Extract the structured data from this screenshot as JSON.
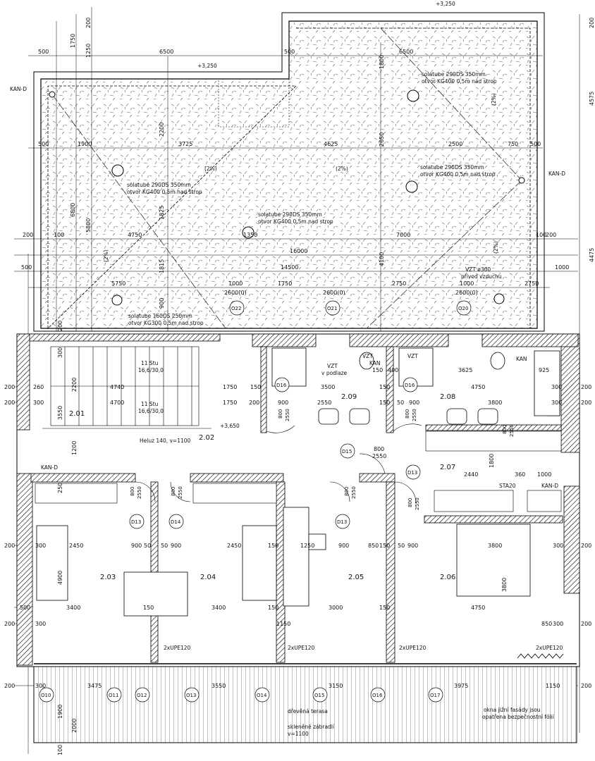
{
  "levels": {
    "roof_top": "+3,250",
    "roof_left": "+3,250",
    "floor": "+3,650"
  },
  "roof_notes": {
    "sola1_a": "solatube 290DS 350mm",
    "sola1_b": "otvor KG400 0,5m nad strop",
    "sola2_a": "solatube 290DS 350mm",
    "sola2_b": "otvor KG400 0,5m nad strop",
    "sola3_a": "solatube 290DS 350mm",
    "sola3_b": "otvor KG400 0,5m nad strop",
    "sola4_a": "solatube 290DS 350mm",
    "sola4_b": "otvor KG400 0,5m nad strop",
    "sola5_a": "solatube 160DS 250mm",
    "sola5_b": "otvor KG300 0,5m nad strop",
    "vzt_a": "VZT ø300",
    "vzt_b": "přívod vzduchu",
    "kan_left": "KAN-D",
    "kan_right": "KAN-D",
    "slope1": "(2%)",
    "slope2": "(2%)",
    "slope3": "(2%)",
    "slope4": "(2%)",
    "slope5": "(2%)"
  },
  "dimensions": {
    "top_500a": "500",
    "top_6500a": "6500",
    "top_500b": "500",
    "top_6500b": "6500",
    "row2_500": "500",
    "row2_1900": "1900",
    "row2_3725": "3725",
    "row2_4625": "4625",
    "row2_2500": "2500",
    "row2_750": "750",
    "row2_500b": "500",
    "row3_200": "200",
    "row3_100": "100",
    "row3_4750": "4750",
    "row3_1350": "1350",
    "row3_7000": "7000",
    "row3_100b": "100",
    "row3_200b": "200",
    "row4_16000": "16000",
    "row5_500": "500",
    "row5_14500": "14500",
    "row5_1000": "1000",
    "row6_5750": "5750",
    "row6_1000": "1000",
    "row6_1750": "1750",
    "row6_2750": "2750",
    "row6_1000b": "1000",
    "row6_2750b": "2750",
    "win_a": "2600(0)",
    "win_b": "2600(0)",
    "win_c": "2600(0)",
    "right_200": "200",
    "right_4575": "4575",
    "right_4475": "4475",
    "left_1750": "1750",
    "left_1250": "1250",
    "left_200": "200",
    "left_6800": "6800",
    "left_5800": "5800",
    "left_2200": "2200",
    "left_1825": "1825",
    "left_1815": "1815",
    "left_900": "900",
    "left_1800": "1800",
    "left_2650": "2650",
    "left_4100": "4100",
    "f1_200": "200",
    "f1_260": "260",
    "f1_4740": "4740",
    "f1_1750": "1750",
    "f1_150": "150",
    "f1_3500": "3500",
    "f1_150b": "150",
    "f1_4750": "4750",
    "f1_300": "300",
    "f1_200b": "200",
    "f2_200": "200",
    "f2_300": "300",
    "f2_4700": "4700",
    "f2_1750": "1750",
    "f2_200b": "200",
    "f2_900": "900",
    "f2_2550": "2550",
    "f2_150": "150",
    "f2_50": "50",
    "f2_900b": "900",
    "f2_3800": "3800",
    "f2_300b": "300",
    "f2_200c": "200",
    "f3_200": "200",
    "f3_300": "300",
    "f3_2450": "2450",
    "f3_900": "900",
    "f3_50": "50",
    "f3_50b": "50",
    "f3_900b": "900",
    "f3_2450b": "2450",
    "f3_150": "150",
    "f3_1250": "1250",
    "f3_900c": "900",
    "f3_850": "850",
    "f3_150b": "150",
    "f3_50c": "50",
    "f3_900d": "900",
    "f3_3800": "3800",
    "f3_300b": "300",
    "f3_200b": "200",
    "f4_500": "500",
    "f4_3400": "3400",
    "f4_150": "150",
    "f4_3400b": "3400",
    "f4_150b": "150",
    "f4_3000": "3000",
    "f4_150c": "150",
    "f4_4750": "4750",
    "f5_200": "200",
    "f5_300": "300",
    "f5_1150": "1150",
    "f5_850": "850",
    "f5_300b": "300",
    "f5_200b": "200",
    "t_200": "200",
    "t_300": "300",
    "t_3475": "3475",
    "t_3550": "3550",
    "t_3150": "3150",
    "t_3975": "3975",
    "t_1150": "1150",
    "t_200b": "200",
    "v_100": "100",
    "v_1900": "1900",
    "v_2000": "2000",
    "v_200": "200",
    "k_3625": "3625",
    "k_925": "925",
    "k_2440": "2440",
    "k_360": "360",
    "k_1000": "1000",
    "k_1800": "1800",
    "k_150": "150",
    "k_400": "400",
    "k_800": "800",
    "k_2550": "2550",
    "v_4900": "4900",
    "v_3800": "3800",
    "v_3550": "3550",
    "v_1200": "1200",
    "v_300": "300",
    "v_250": "250",
    "v_2200": "2200"
  },
  "rooms": {
    "r201": "2.01",
    "r202": "2.02",
    "r203": "2.03",
    "r204": "2.04",
    "r205": "2.05",
    "r206": "2.06",
    "r207": "2.07",
    "r208": "2.08",
    "r209": "2.09"
  },
  "stairs": {
    "a1": "11 Stu",
    "a2": "16,6/30,0",
    "b1": "11 Stu",
    "b2": "16,6/30,0",
    "rail": "Heluz 140, v=1100"
  },
  "floor_notes": {
    "vzt_floor_a": "VZT",
    "vzt_floor_b": "v podlaze",
    "vzt_kan_a": "VZT",
    "vzt_kan_b": "KAN",
    "vzt_small": "VZT",
    "kan": "KAN",
    "kan_d_left": "KAN-D",
    "kan_d_right": "KAN-D",
    "sta": "STA20",
    "upe1": "2xUPE120",
    "upe2": "2xUPE120",
    "upe3": "2xUPE120",
    "upe4": "2xUPE120",
    "terrace": "dřevěná terasa",
    "glass_a": "skleněné zábradlí",
    "glass_b": "v=1100",
    "south_a": "okna jižní fasády jsou",
    "south_b": "opatřena bezpečnostní fólií"
  },
  "doors": {
    "D13a": "D13",
    "D14": "D14",
    "D13b": "D13",
    "D13c": "D13",
    "D15": "D15",
    "D16a": "D16",
    "D16b": "D16"
  },
  "windows": {
    "O22": "O22",
    "O21": "O21",
    "O20": "O20",
    "O10": "O10",
    "O11": "O11",
    "O12": "O12",
    "O13": "O13",
    "O14": "O14",
    "O15": "O15",
    "O16": "O16",
    "O17": "O17"
  },
  "door_dims": {
    "d1a": "800",
    "d1b": "2550",
    "d2a": "800",
    "d2b": "2550",
    "d3a": "800",
    "d3b": "2550",
    "d4a": "800",
    "d4b": "2550",
    "d5a": "800",
    "d5b": "2550",
    "d6a": "800",
    "d6b": "2550",
    "d7a": "800",
    "d7b": "2550"
  }
}
